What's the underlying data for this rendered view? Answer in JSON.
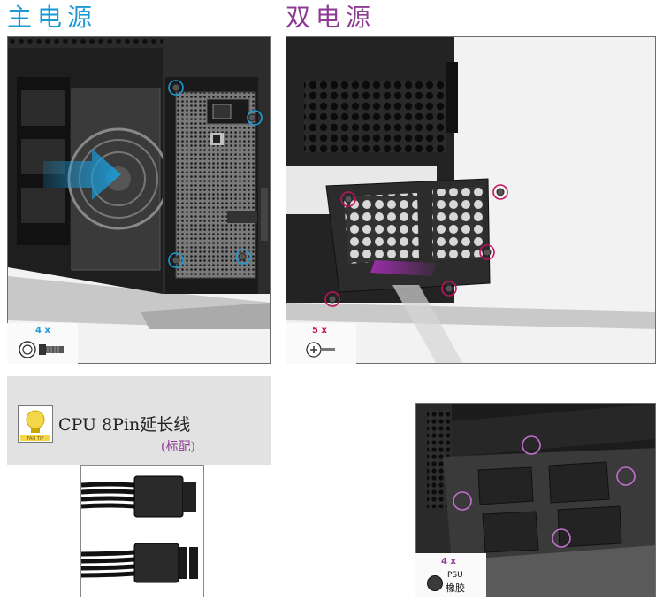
{
  "headings": {
    "main_psu": "主电源",
    "dual_psu": "双电源"
  },
  "panels": {
    "main": {
      "screw_count": "4 x",
      "accent": "#1b9ad6"
    },
    "dual": {
      "screw_count": "5 x",
      "accent": "#c0125c"
    },
    "rubber": {
      "count": "4 x",
      "psu_label": "PSU",
      "rubber_label": "橡胶",
      "accent": "#8e3b93"
    }
  },
  "tip": {
    "title": "CPU 8Pin延长线",
    "subtitle": "(标配)",
    "icon": "lightbulb-icon",
    "icon_text": "FAQ TIP"
  },
  "icons": [
    "screw-icon",
    "phillips-screw-icon",
    "rubber-foot-icon",
    "arrow-right-icon"
  ]
}
